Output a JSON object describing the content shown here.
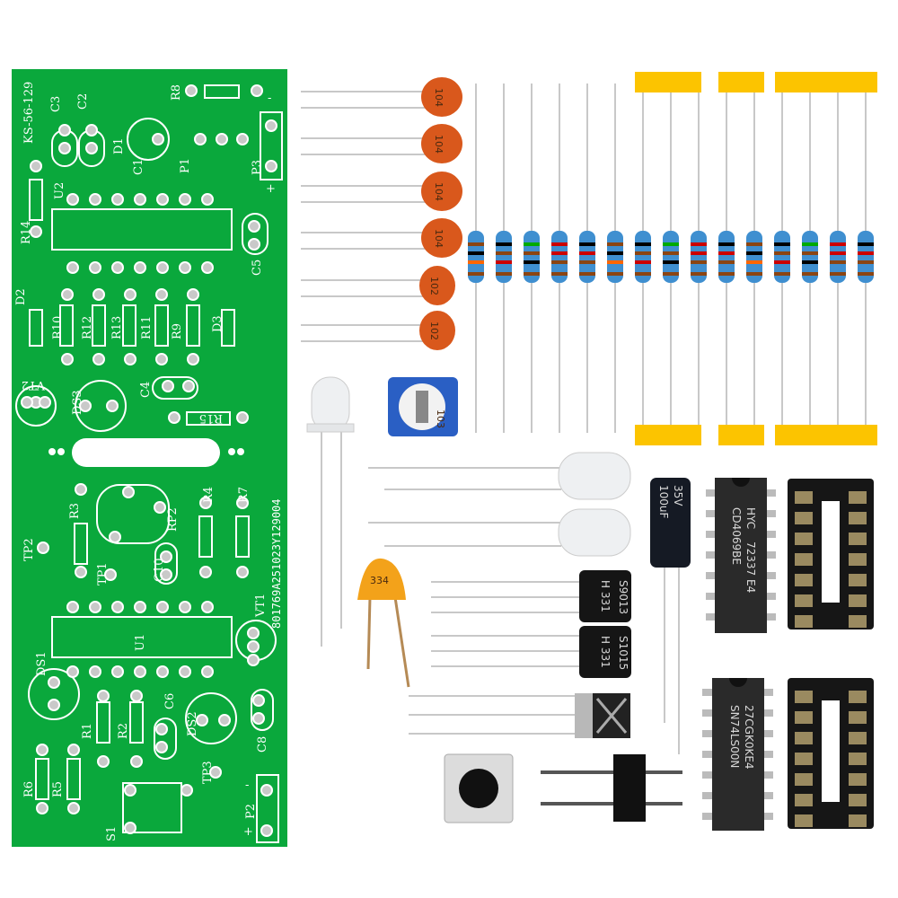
{
  "pcb": {
    "model": "KS-56-129",
    "serial": "801769A251023Y129004",
    "labels": {
      "c3": "C3",
      "c2": "C2",
      "r8": "R8",
      "d1": "D1",
      "c1": "C1",
      "p1": "P1",
      "p3": "P3",
      "u2": "U2",
      "r14": "R14",
      "c5": "C5",
      "d2": "D2",
      "r10": "R10",
      "r12": "R12",
      "r13": "R13",
      "r11": "R11",
      "r9": "R9",
      "d3": "D3",
      "vt2": "VT2",
      "ds3": "DS3",
      "c4": "C4",
      "r15": "R15",
      "r3": "R3",
      "rp2": "RP2",
      "r4": "R4",
      "r7": "R7",
      "tp2": "TP2",
      "tp1": "TP1",
      "c10": "C10",
      "vt1": "VT1",
      "u1": "U1",
      "ds1": "DS1",
      "c6": "C6",
      "r1": "R1",
      "r2": "R2",
      "ds2": "DS2",
      "c8": "C8",
      "tp3": "TP3",
      "r6": "R6",
      "r5": "R5",
      "p2": "P2",
      "s1": "S1"
    },
    "polarity": {
      "minus": "-",
      "plus": "+"
    }
  },
  "components": {
    "ceramic_caps": [
      "104",
      "104",
      "104",
      "104",
      "102",
      "102"
    ],
    "orange_cap": "334",
    "potentiometer": "103",
    "transistors": [
      {
        "part": "S9013",
        "code": "H 331"
      },
      {
        "part": "S1015",
        "code": "H 331"
      }
    ],
    "electrolytic": {
      "value": "100uF",
      "voltage": "35V"
    },
    "ic1": {
      "maker": "HYC",
      "lot": "72337 E4",
      "part": "CD4069BE"
    },
    "ic2": {
      "lot": "27CGK0KE4",
      "part": "SN74LS00N"
    }
  },
  "colors": {
    "pcb": "#0aa83c",
    "tape": "#fcc400",
    "resistor_body": "#3f8fd0",
    "ceramic": "#d9581c",
    "orange_cap": "#f3a21a",
    "pot": "#2a5fc4"
  }
}
